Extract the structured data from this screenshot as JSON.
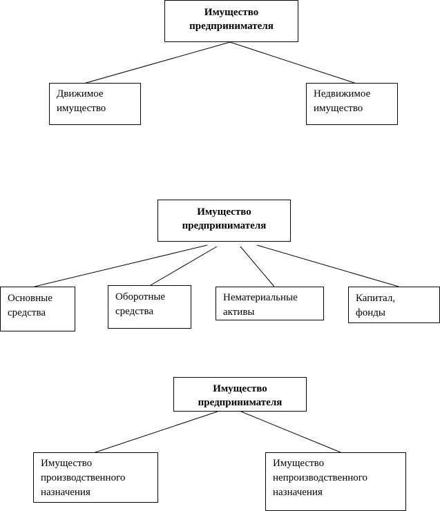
{
  "diagrams": [
    {
      "root": [
        "Имущество",
        "предпринимателя"
      ],
      "children": [
        [
          "Движимое",
          "имущество"
        ],
        [
          "Недвижимое",
          "имущество"
        ]
      ]
    },
    {
      "root": [
        "Имущество",
        "предпринимателя"
      ],
      "children": [
        [
          "Основные",
          "средства"
        ],
        [
          "Оборотные",
          "средства"
        ],
        [
          "Нематериальные",
          "активы"
        ],
        [
          "Капитал,",
          "фонды"
        ]
      ]
    },
    {
      "root": [
        "Имущество",
        "предпринимателя"
      ],
      "children": [
        [
          "Имущество",
          "производственного",
          "назначения"
        ],
        [
          "Имущество",
          "непроизводственного",
          "назначения"
        ]
      ]
    }
  ],
  "colors": {
    "line": "#000000",
    "border": "#000000",
    "background": "#ffffff"
  }
}
